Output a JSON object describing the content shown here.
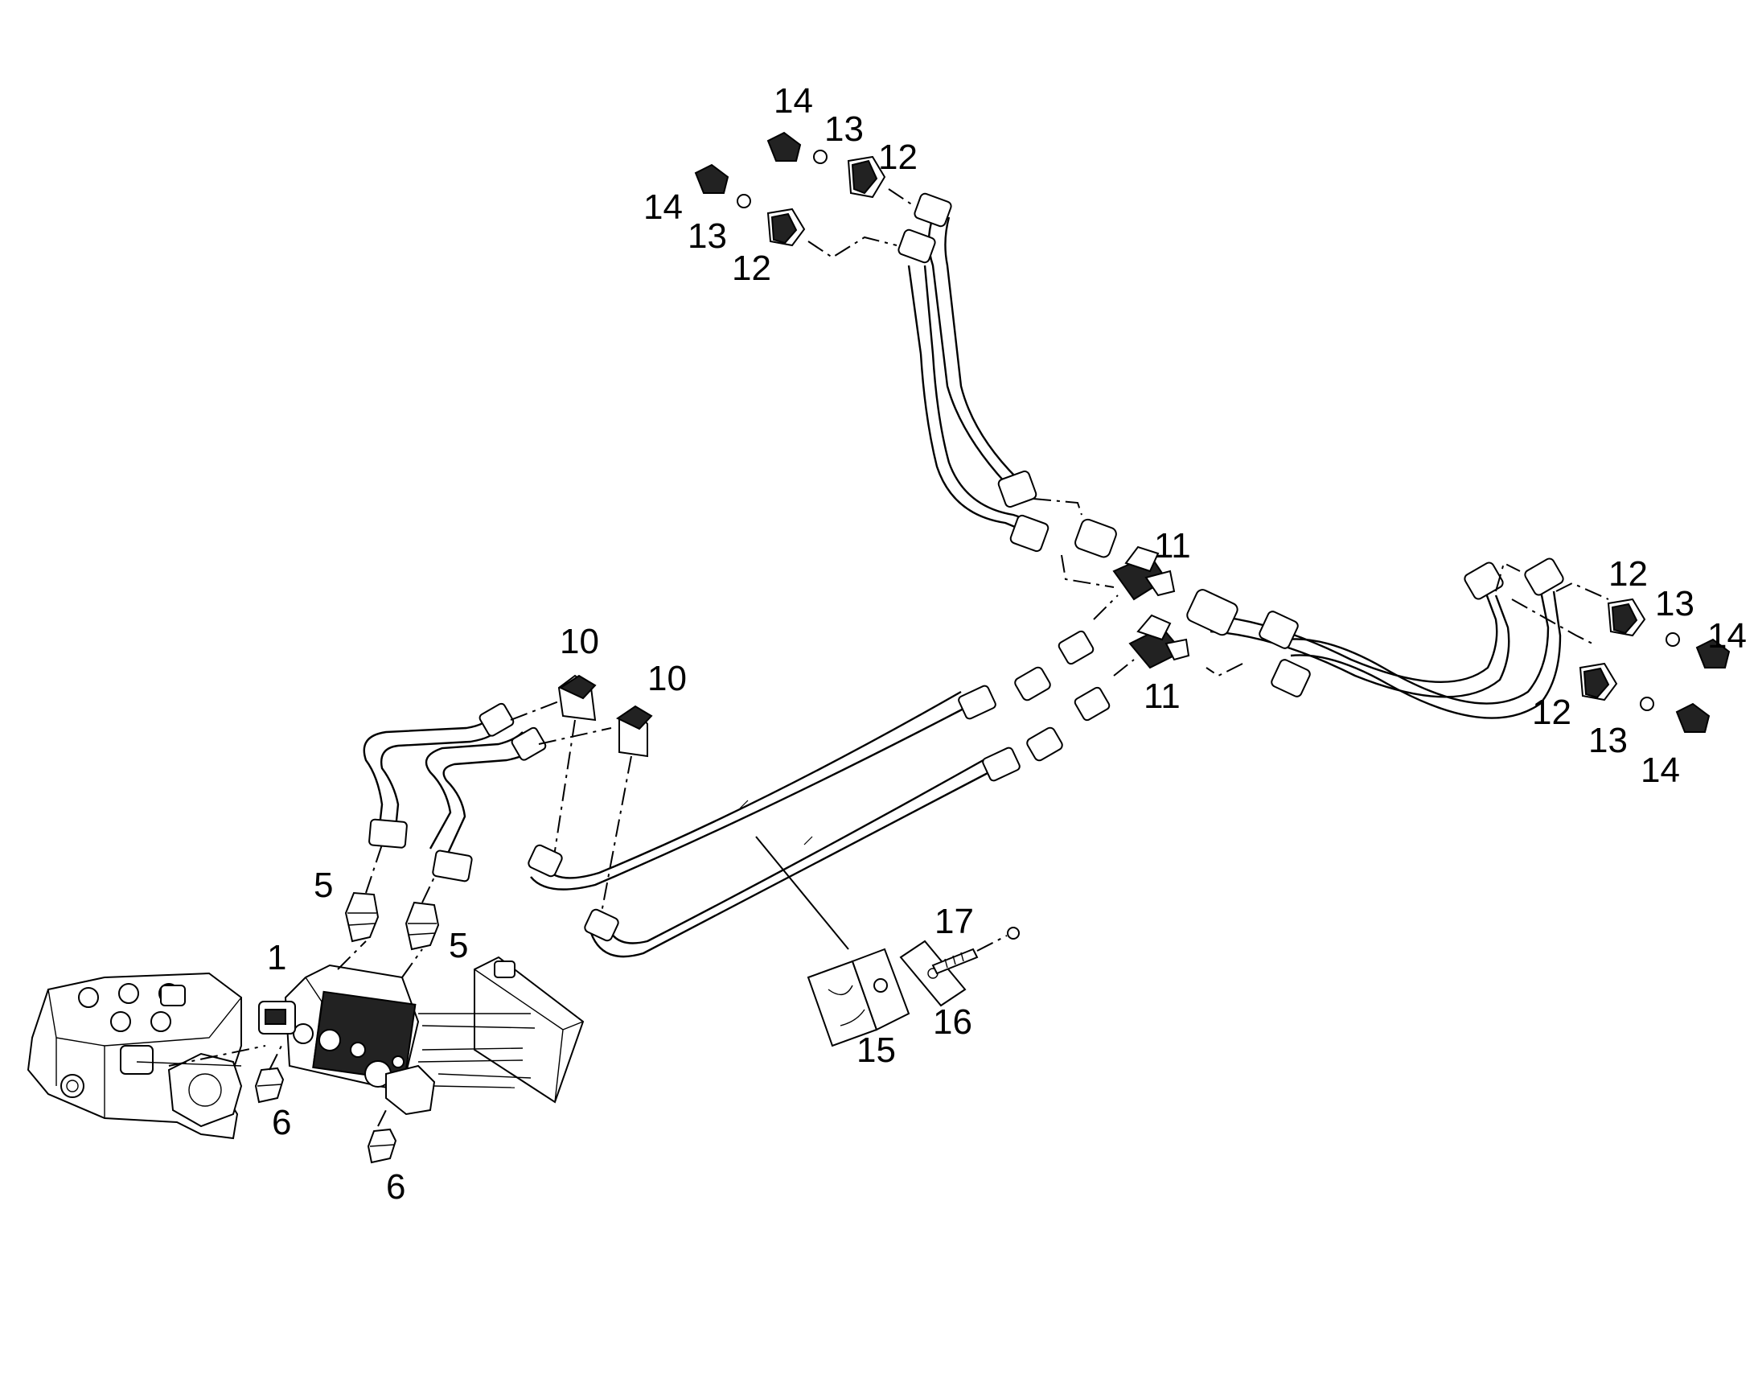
{
  "callouts": {
    "c1": "1",
    "c5a": "5",
    "c5b": "5",
    "c6a": "6",
    "c6b": "6",
    "c10a": "10",
    "c10b": "10",
    "c11a": "11",
    "c11b": "11",
    "c12a": "12",
    "c12b": "12",
    "c12c": "12",
    "c12d": "12",
    "c13a": "13",
    "c13b": "13",
    "c13c": "13",
    "c13d": "13",
    "c14a": "14",
    "c14b": "14",
    "c14c": "14",
    "c14d": "14",
    "c15": "15",
    "c16": "16",
    "c17": "17"
  }
}
